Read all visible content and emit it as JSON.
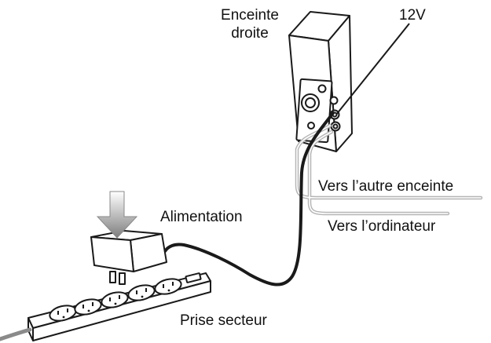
{
  "labels": {
    "right_speaker_line1": "Enceinte",
    "right_speaker_line2": "droite",
    "voltage": "12V",
    "to_other_speaker": "Vers l’autre enceinte",
    "to_computer": "Vers l’ordinateur",
    "power_supply": "Alimentation",
    "power_strip": "Prise secteur"
  },
  "colors": {
    "line": "#1a1a1a",
    "gray_cable": "#b5b5b5",
    "arrow": "#8a8a8a",
    "background": "#ffffff"
  }
}
